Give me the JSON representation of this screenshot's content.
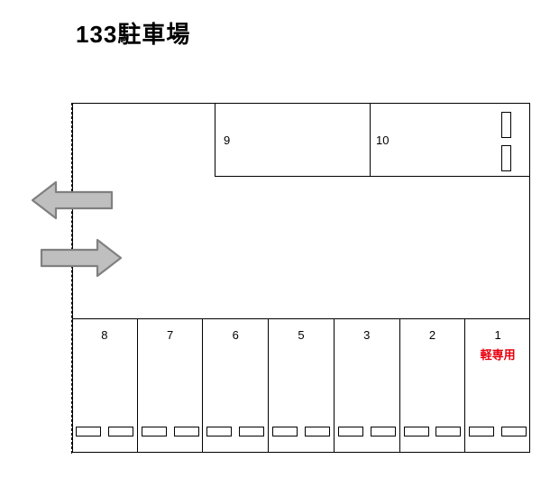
{
  "page": {
    "title": "133駐車場"
  },
  "lot": {
    "top_row": {
      "cells": [
        {
          "label": "9"
        },
        {
          "label": "10"
        }
      ],
      "wheel_stops_vertical": 2
    },
    "bays": [
      {
        "label": "8",
        "tag": ""
      },
      {
        "label": "7",
        "tag": ""
      },
      {
        "label": "6",
        "tag": ""
      },
      {
        "label": "5",
        "tag": ""
      },
      {
        "label": "3",
        "tag": ""
      },
      {
        "label": "2",
        "tag": ""
      },
      {
        "label": "1",
        "tag": "軽専用"
      }
    ],
    "wheel_stops_per_bay": 2
  },
  "arrows": [
    {
      "name": "exit-arrow-left",
      "direction": "left"
    },
    {
      "name": "entry-arrow-right",
      "direction": "right"
    }
  ],
  "colors": {
    "line": "#000000",
    "arrow_fill": "#bfbfbf",
    "arrow_stroke": "#808080",
    "kei_text": "#e8000d"
  }
}
